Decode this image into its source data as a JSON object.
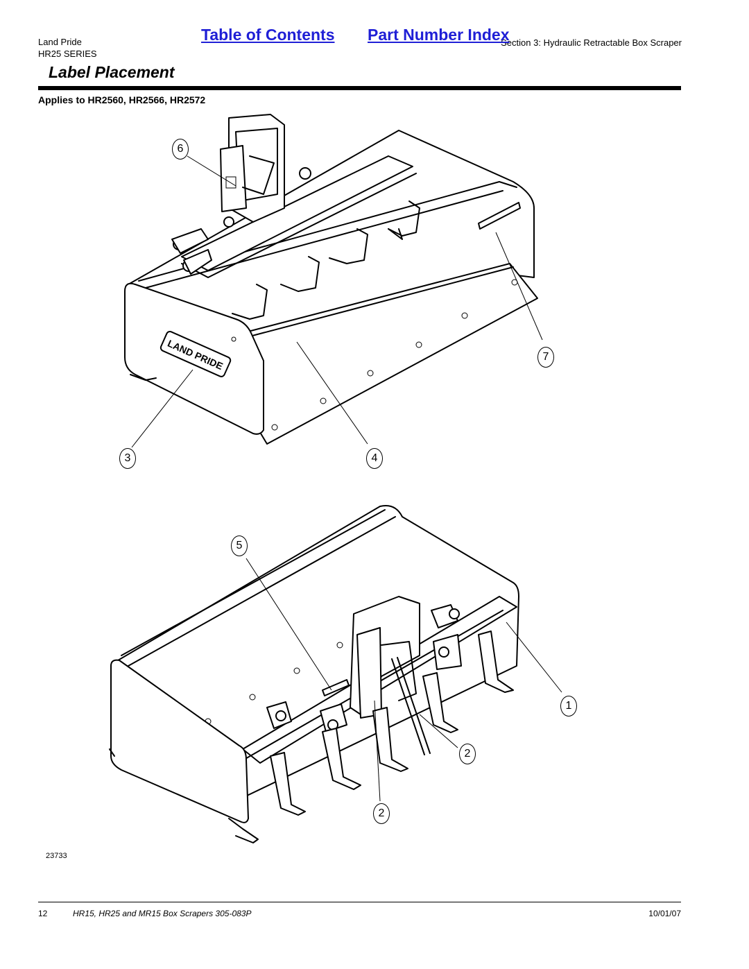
{
  "header": {
    "brand": "Land Pride",
    "series": "HR25 SERIES",
    "toc_link": "Table of Contents",
    "index_link": "Part Number Index",
    "section": "Section 3: Hydraulic Retractable Box Scraper"
  },
  "title": "Label Placement",
  "applies_to": "Applies to HR2560, HR2566, HR2572",
  "drawing": {
    "top_callouts": [
      "6",
      "7",
      "3",
      "4"
    ],
    "bottom_callouts": [
      "5",
      "1",
      "2",
      "2"
    ],
    "decal_text": "LAND PRIDE",
    "figure_number": "23733"
  },
  "footer": {
    "page_number": "12",
    "doc_title": "HR15, HR25 and MR15 Box Scrapers 305-083P",
    "date": "10/01/07"
  }
}
